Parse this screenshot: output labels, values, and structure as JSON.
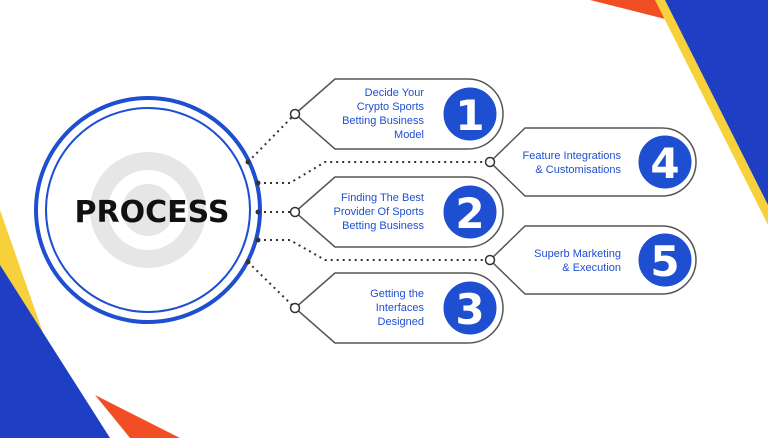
{
  "center": {
    "title": "PROCESS"
  },
  "steps": [
    {
      "number": "1",
      "label": "Decide Your\nCrypto Sports\nBetting Business\nModel"
    },
    {
      "number": "2",
      "label": "Finding The Best\nProvider Of Sports\nBetting Business"
    },
    {
      "number": "3",
      "label": "Getting the\nInterfaces\nDesigned"
    },
    {
      "number": "4",
      "label": "Feature Integrations\n& Customisations"
    },
    {
      "number": "5",
      "label": "Superb Marketing\n& Execution"
    }
  ],
  "colors": {
    "blue": "#1f4fd1",
    "dark_blue": "#1e3fc4",
    "yellow": "#f7d13b",
    "orange": "#f24e23",
    "outline": "#555555",
    "circle_fill": "#e6e6e6"
  }
}
